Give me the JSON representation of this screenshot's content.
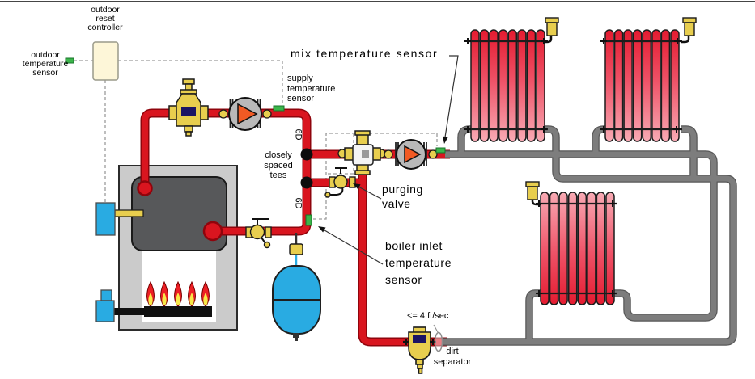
{
  "labels": {
    "outdoor_reset_controller": "outdoor\nreset\ncontroller",
    "outdoor_temperature_sensor": "outdoor\ntemperature\nsensor",
    "supply_temperature_sensor": "supply\ntemperature\nsensor",
    "mix_temperature_sensor": "mix temperature sensor",
    "closely_spaced_tees": "closely\nspaced\ntees",
    "spacing_upper": "6D",
    "spacing_lower": "6D",
    "purging_valve": "purging\nvalve",
    "boiler_inlet_temperature_sensor": "boiler inlet\ntemperature\nsensor",
    "flow_velocity_limit": "<= 4 ft/sec",
    "dirt_separator": "dirt\nseparator"
  },
  "colors": {
    "supply_red": "#d9151f",
    "supply_dark": "#8f040c",
    "return_gray": "#7d7d7d",
    "return_dark": "#585858",
    "brass": "#e8ce4e",
    "navy": "#1b1464",
    "sensor_green": "#3bb54a",
    "tank_blue": "#29abe2",
    "pump_gray": "#b9b9b9",
    "impeller_orange": "#f15a24",
    "controller_cream": "#fdf6d8",
    "boiler_shell": "#cbcbcb",
    "heat_exchanger": "#57585a",
    "flame_red": "#ed1f24",
    "flame_yellow": "#f8e948",
    "radiator_hot": "#e41b30",
    "radiator_cool": "#f8aab4",
    "tee_black": "#0d0d0d"
  },
  "components": [
    "outdoor-reset-controller",
    "outdoor-temperature-sensor",
    "boiler",
    "burner-flames",
    "air-separator",
    "boiler-circulator-pump",
    "closely-spaced-tees",
    "mixing-valve",
    "mixing-circulator-pump",
    "supply-temperature-sensor",
    "mix-temperature-sensor",
    "boiler-inlet-temperature-sensor",
    "purging-valve",
    "ball-valve",
    "expansion-tank",
    "dirt-separator",
    "panel-radiator",
    "air-vent"
  ]
}
